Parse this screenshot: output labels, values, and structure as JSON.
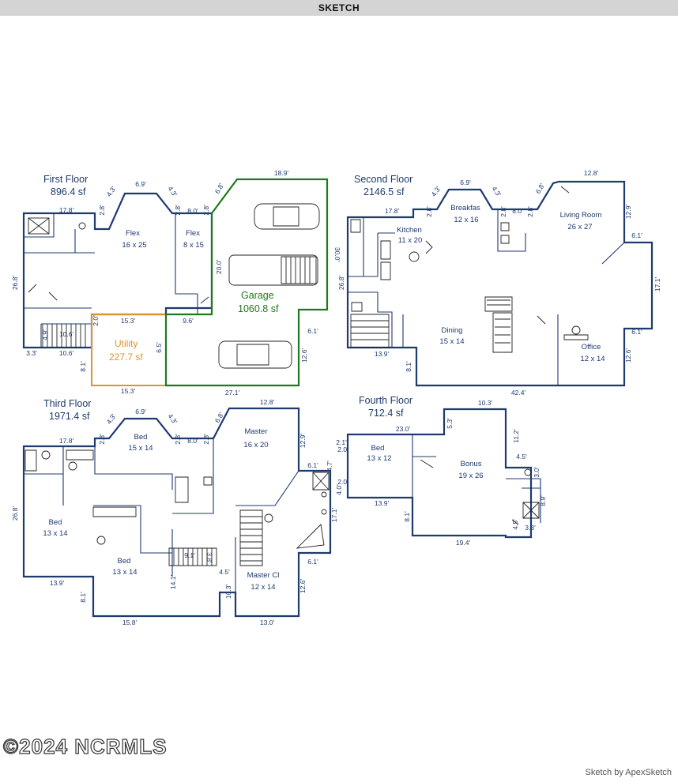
{
  "header": {
    "title": "SKETCH"
  },
  "floors": [
    {
      "name": "First Floor",
      "area": "896.4 sf"
    },
    {
      "name": "Second Floor",
      "area": "2146.5 sf"
    },
    {
      "name": "Third Floor",
      "area": "1971.4 sf"
    },
    {
      "name": "Fourth Floor",
      "area": "712.4 sf"
    }
  ],
  "garage": {
    "name": "Garage",
    "area": "1060.8 sf"
  },
  "utility": {
    "name": "Utility",
    "area": "227.7 sf"
  },
  "rooms": [
    {
      "name": "Flex",
      "size": "16 x 25"
    },
    {
      "name": "Flex",
      "size": "8 x 15"
    },
    {
      "name": "Kitchen",
      "size": "11 x 20"
    },
    {
      "name": "Breakfas",
      "size": "12 x 16"
    },
    {
      "name": "Living Room",
      "size": "26 x 27"
    },
    {
      "name": "Dining",
      "size": "15 x 14"
    },
    {
      "name": "Office",
      "size": "12 x 14"
    },
    {
      "name": "Bed",
      "size": "15 x 14"
    },
    {
      "name": "Master",
      "size": "16 x 20"
    },
    {
      "name": "Bed",
      "size": "13 x 14"
    },
    {
      "name": "Bed",
      "size": "13 x 14"
    },
    {
      "name": "Master Cl",
      "size": "12 x 14"
    },
    {
      "name": "Bed",
      "size": "13 x 12"
    },
    {
      "name": "Bonus",
      "size": "19 x 26"
    }
  ],
  "dimensions": [
    "6.9'",
    "4.3'",
    "4.3'",
    "17.8'",
    "2.8'",
    "8.0'",
    "2.8'",
    "2.8'",
    "6.8'",
    "18.9'",
    "26.8'",
    "20.0'",
    "30.0'",
    "15.3'",
    "9.6'",
    "2.0'",
    "10.6'",
    "3.3'",
    "10.6'",
    "8.1'",
    "15.3'",
    "27.1'",
    "6.1'",
    "12.6'",
    "6.5'",
    "4.9'",
    "12.8'",
    "6.9'",
    "4.3'",
    "4.3'",
    "6.8'",
    "17.8'",
    "2.8'",
    "2.8'",
    "8.0'",
    "2.8'",
    "12.9'",
    "6.1'",
    "17.1'",
    "6.1'",
    "12.6'",
    "26.8'",
    "13.9'",
    "8.1'",
    "42.4'",
    "6.9'",
    "4.3'",
    "4.3'",
    "12.8'",
    "17.8'",
    "2.8'",
    "8.0'",
    "2.8'",
    "2.8'",
    "6.8'",
    "12.9'",
    "6.1'",
    "17.1'",
    "6.1'",
    "12.6'",
    "26.8'",
    "13.9'",
    "8.1'",
    "15.8'",
    "14.1'",
    "9.1'",
    "3.8'",
    "4.5'",
    "10.3'",
    "13.0'",
    "10.3'",
    "23.0'",
    "5.3'",
    "11.2'",
    "4.5'",
    "3.0'",
    "8.9'",
    "3.8'",
    "4.5'",
    "19.4'",
    "8.1'",
    "13.9'",
    "2.0'",
    "2.1'",
    "4.7'",
    "4.0'",
    "2.0'"
  ],
  "footer": {
    "watermark": "©2024 NCRMLS",
    "credit": "Sketch by ApexSketch"
  }
}
